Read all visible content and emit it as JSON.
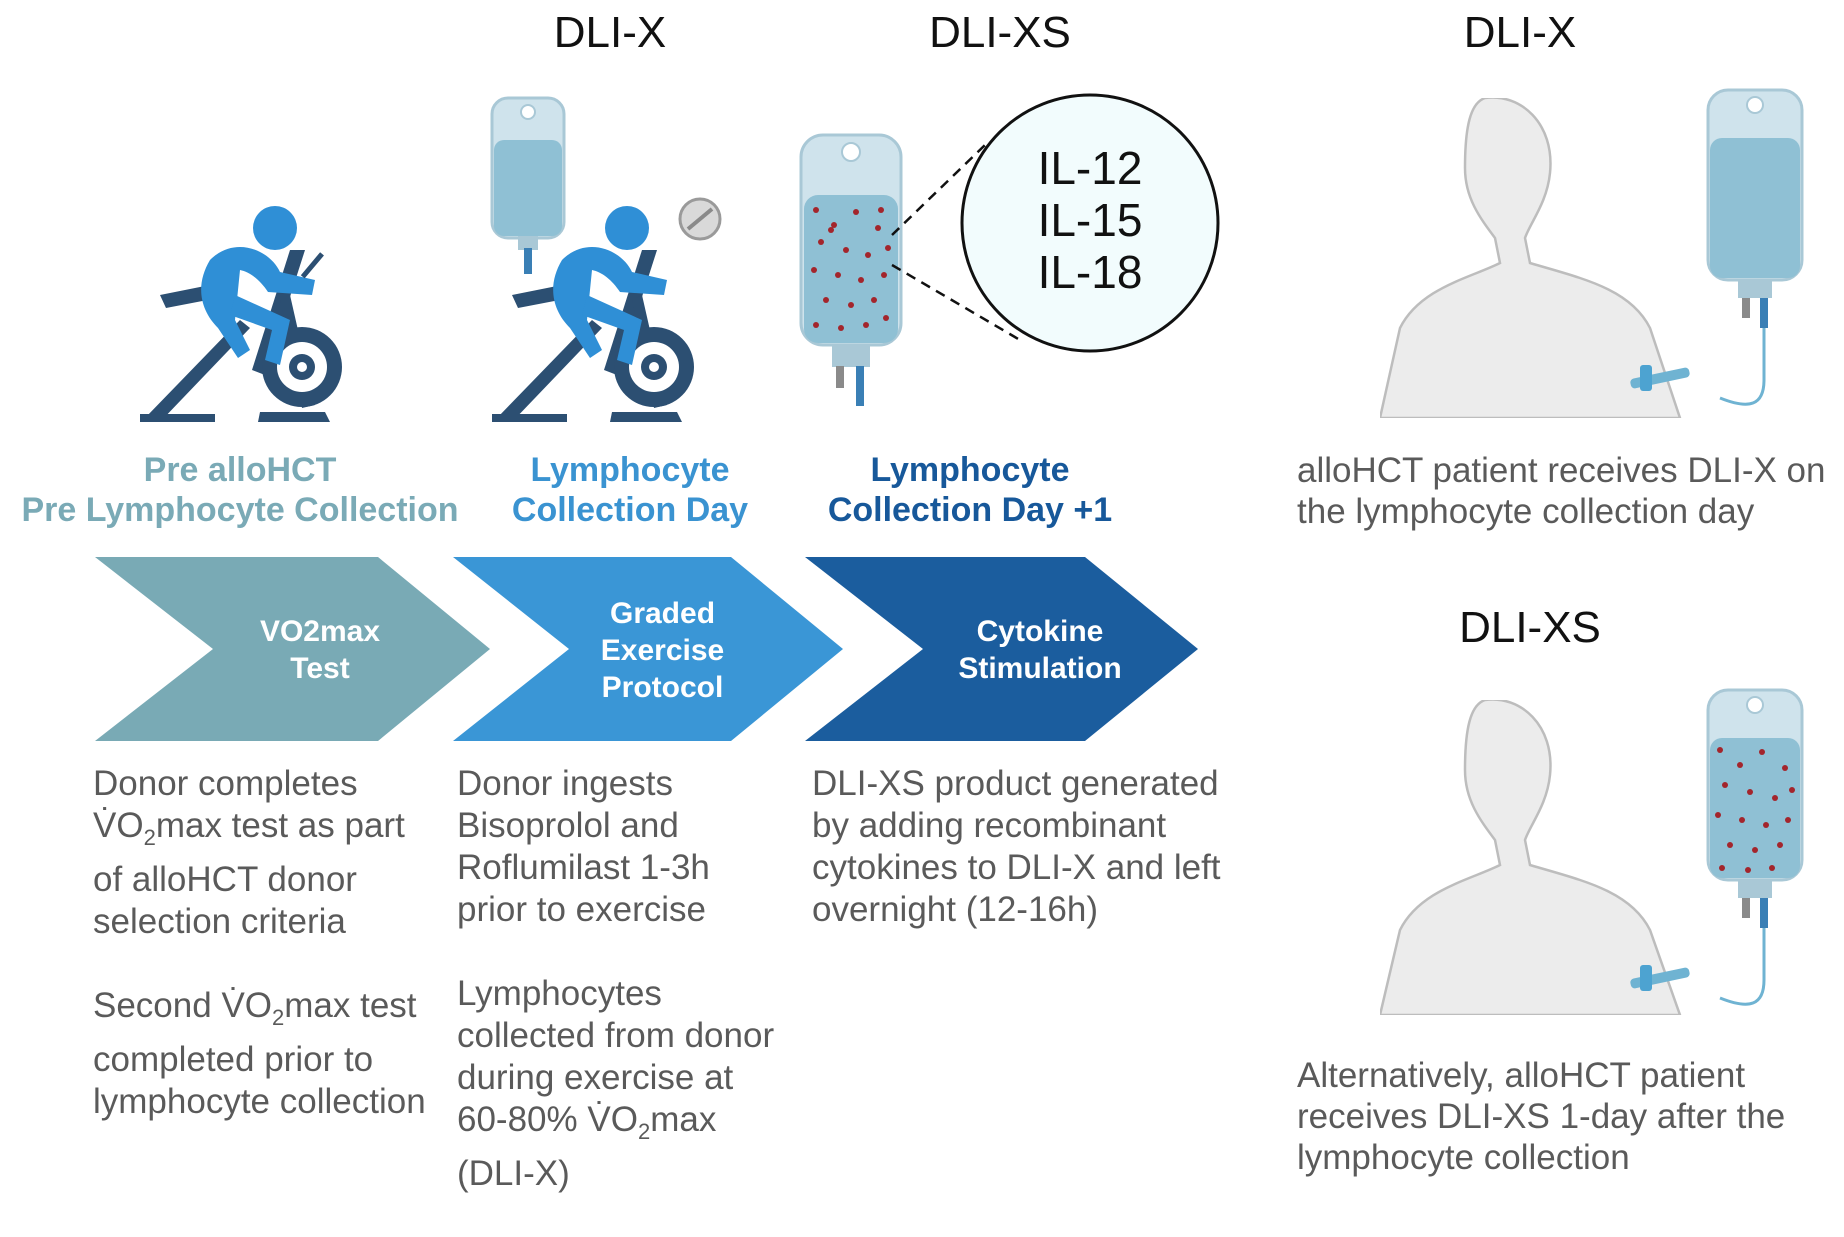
{
  "headers": {
    "dlix_mid": "DLI-X",
    "dlixs_mid": "DLI-XS",
    "dlix_right": "DLI-X",
    "dlixs_right": "DLI-XS"
  },
  "cytokines": [
    "IL-12",
    "IL-15",
    "IL-18"
  ],
  "phases": [
    {
      "line1": "Pre alloHCT",
      "line2": "Pre Lymphocyte Collection",
      "color": "#7aaab6"
    },
    {
      "line1": "Lymphocyte",
      "line2": "Collection Day",
      "color": "#3a93d1"
    },
    {
      "line1": "Lymphocyte",
      "line2": "Collection Day +1",
      "color": "#17589a"
    }
  ],
  "chevrons": [
    {
      "line1": "VO2max",
      "line2": "Test",
      "line3": "",
      "color": "#79aab5"
    },
    {
      "line1": "Graded",
      "line2": "Exercise",
      "line3": "Protocol",
      "color": "#3a96d6"
    },
    {
      "line1": "Cytokine",
      "line2": "Stimulation",
      "line3": "",
      "color": "#1b5d9e"
    }
  ],
  "descriptions": {
    "col1_a_pre": "Donor completes ",
    "col1_a_vo2": "V̇O",
    "col1_a_sub": "2",
    "col1_a_post": "max test as part of alloHCT donor selection criteria",
    "col1_b_pre": "Second ",
    "col1_b_vo2": "V̇O",
    "col1_b_sub": "2",
    "col1_b_post": "max test completed prior to lymphocyte collection",
    "col2_a": "Donor ingests Bisoprolol and Roflumilast 1-3h prior to exercise",
    "col2_b_pre": "Lymphocytes collected from donor during exercise at 60-80% ",
    "col2_b_vo2": "V̇O",
    "col2_b_sub": "2",
    "col2_b_post": "max (DLI-X)",
    "col3": "DLI-XS product generated by adding recombinant cytokines to DLI-X  and left overnight (12-16h)"
  },
  "right": {
    "top_text": "alloHCT patient receives DLI-X on the lymphocyte collection day",
    "bottom_text": "Alternatively, alloHCT patient receives DLI-XS 1-day after the lymphocyte collection"
  },
  "colors": {
    "bag_fill": "#b8d8e4",
    "bag_liquid": "#8fc0d4",
    "cyclist_light": "#2f8fd6",
    "cyclist_dark": "#2c4f72",
    "dots": "#a3252c",
    "skin": "#ececec"
  }
}
